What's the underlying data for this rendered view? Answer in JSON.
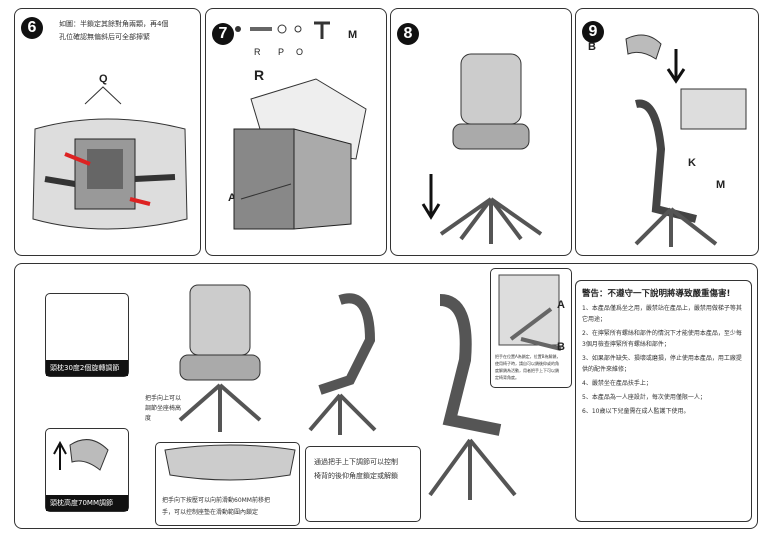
{
  "step6": {
    "number": "6",
    "text_line1": "如圖：半鎖定其餘對角兩顆，再4個",
    "text_line2": "孔位確認無偏斜后可全部擰緊",
    "label_q": "Q"
  },
  "step7": {
    "number": "7",
    "label_r": "R",
    "label_p": "P",
    "label_o": "O",
    "label_m": "M",
    "label_r_big": "R",
    "label_a": "A"
  },
  "step8": {
    "number": "8"
  },
  "step9": {
    "number": "9",
    "label_b": "B",
    "label_k": "K",
    "label_m": "M"
  },
  "adjust": {
    "headrest_rotate": "頭枕30度2個旋轉調節",
    "headrest_height": "頭枕高度70MM調節",
    "seat_height_note": [
      "把手向上可以",
      "調節坐座椅高",
      "度"
    ],
    "seat_slide_note": [
      "把手向下按壓可以向前滑動60MM前移把",
      "手，可以控制座墊在滑動範圍內鎖定"
    ],
    "tilt_note": [
      "通過把手上下調節可以控制",
      "椅背的後仰角度鎖定或解鎖"
    ],
    "tilt_lock_note": [
      "把手在位置A為鎖定，位置B為解鎖，",
      "使用椅子時，請自可以鎖後仰或的角",
      "度解鎖為活動，用者把手上下可以鎖",
      "定椅背角度。"
    ],
    "label_a": "A",
    "label_b": "B"
  },
  "warning": {
    "title": "警告：不遵守一下說明將導致嚴重傷害!",
    "items": [
      "1、本產品僅爲坐之用，嚴禁站在產品上，嚴禁用做梯子等其它用途；",
      "2、在擰緊所有螺絲和部件的情況下才能使用本產品，至少每3個月檢查擰緊所有螺絲和部件；",
      "3、如果部件缺失、損壞或磨損，停止使用本產品，用工廠提供的配件來維修；",
      "4、嚴禁坐在產品扶手上；",
      "5、本產品為一人座設計，每次使用僅限一人；",
      "6、10歲以下兒童需在成人監護下使用。"
    ]
  }
}
